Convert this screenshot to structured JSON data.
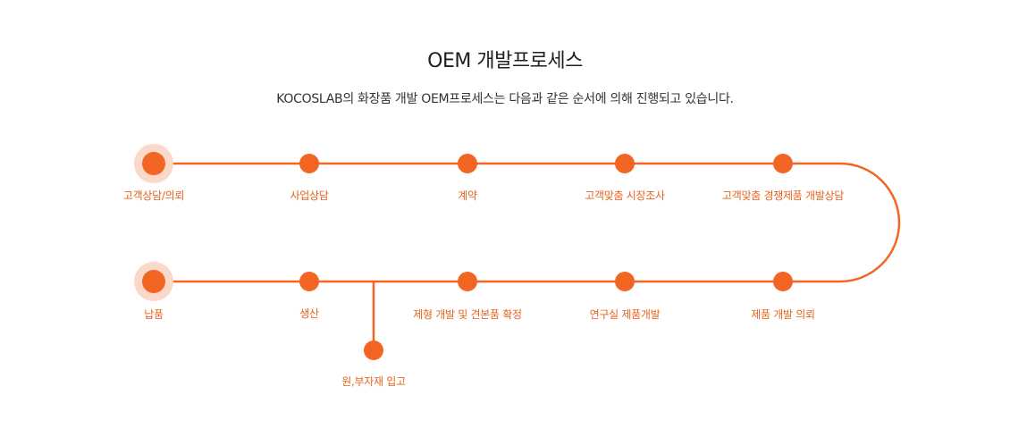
{
  "header": {
    "title": "OEM 개발프로세스",
    "subtitle": "KOCOSLAB의 화장품 개발 OEM프로세스는 다음과 같은 순서에 의해 진행되고 있습니다."
  },
  "colors": {
    "accent": "#f26522",
    "halo": "#fbd9c8",
    "label": "#e8621e"
  },
  "process": {
    "row1": [
      "고객상담/의뢰",
      "사업상담",
      "계약",
      "고객맞춤 시장조사",
      "고객맞춤 경쟁제품 개발상담"
    ],
    "row2": [
      "납품",
      "생산",
      "제형 개발 및 견본품 확정",
      "연구실 제품개발",
      "제품 개발 의뢰"
    ],
    "branch": "원,부자재 입고"
  }
}
